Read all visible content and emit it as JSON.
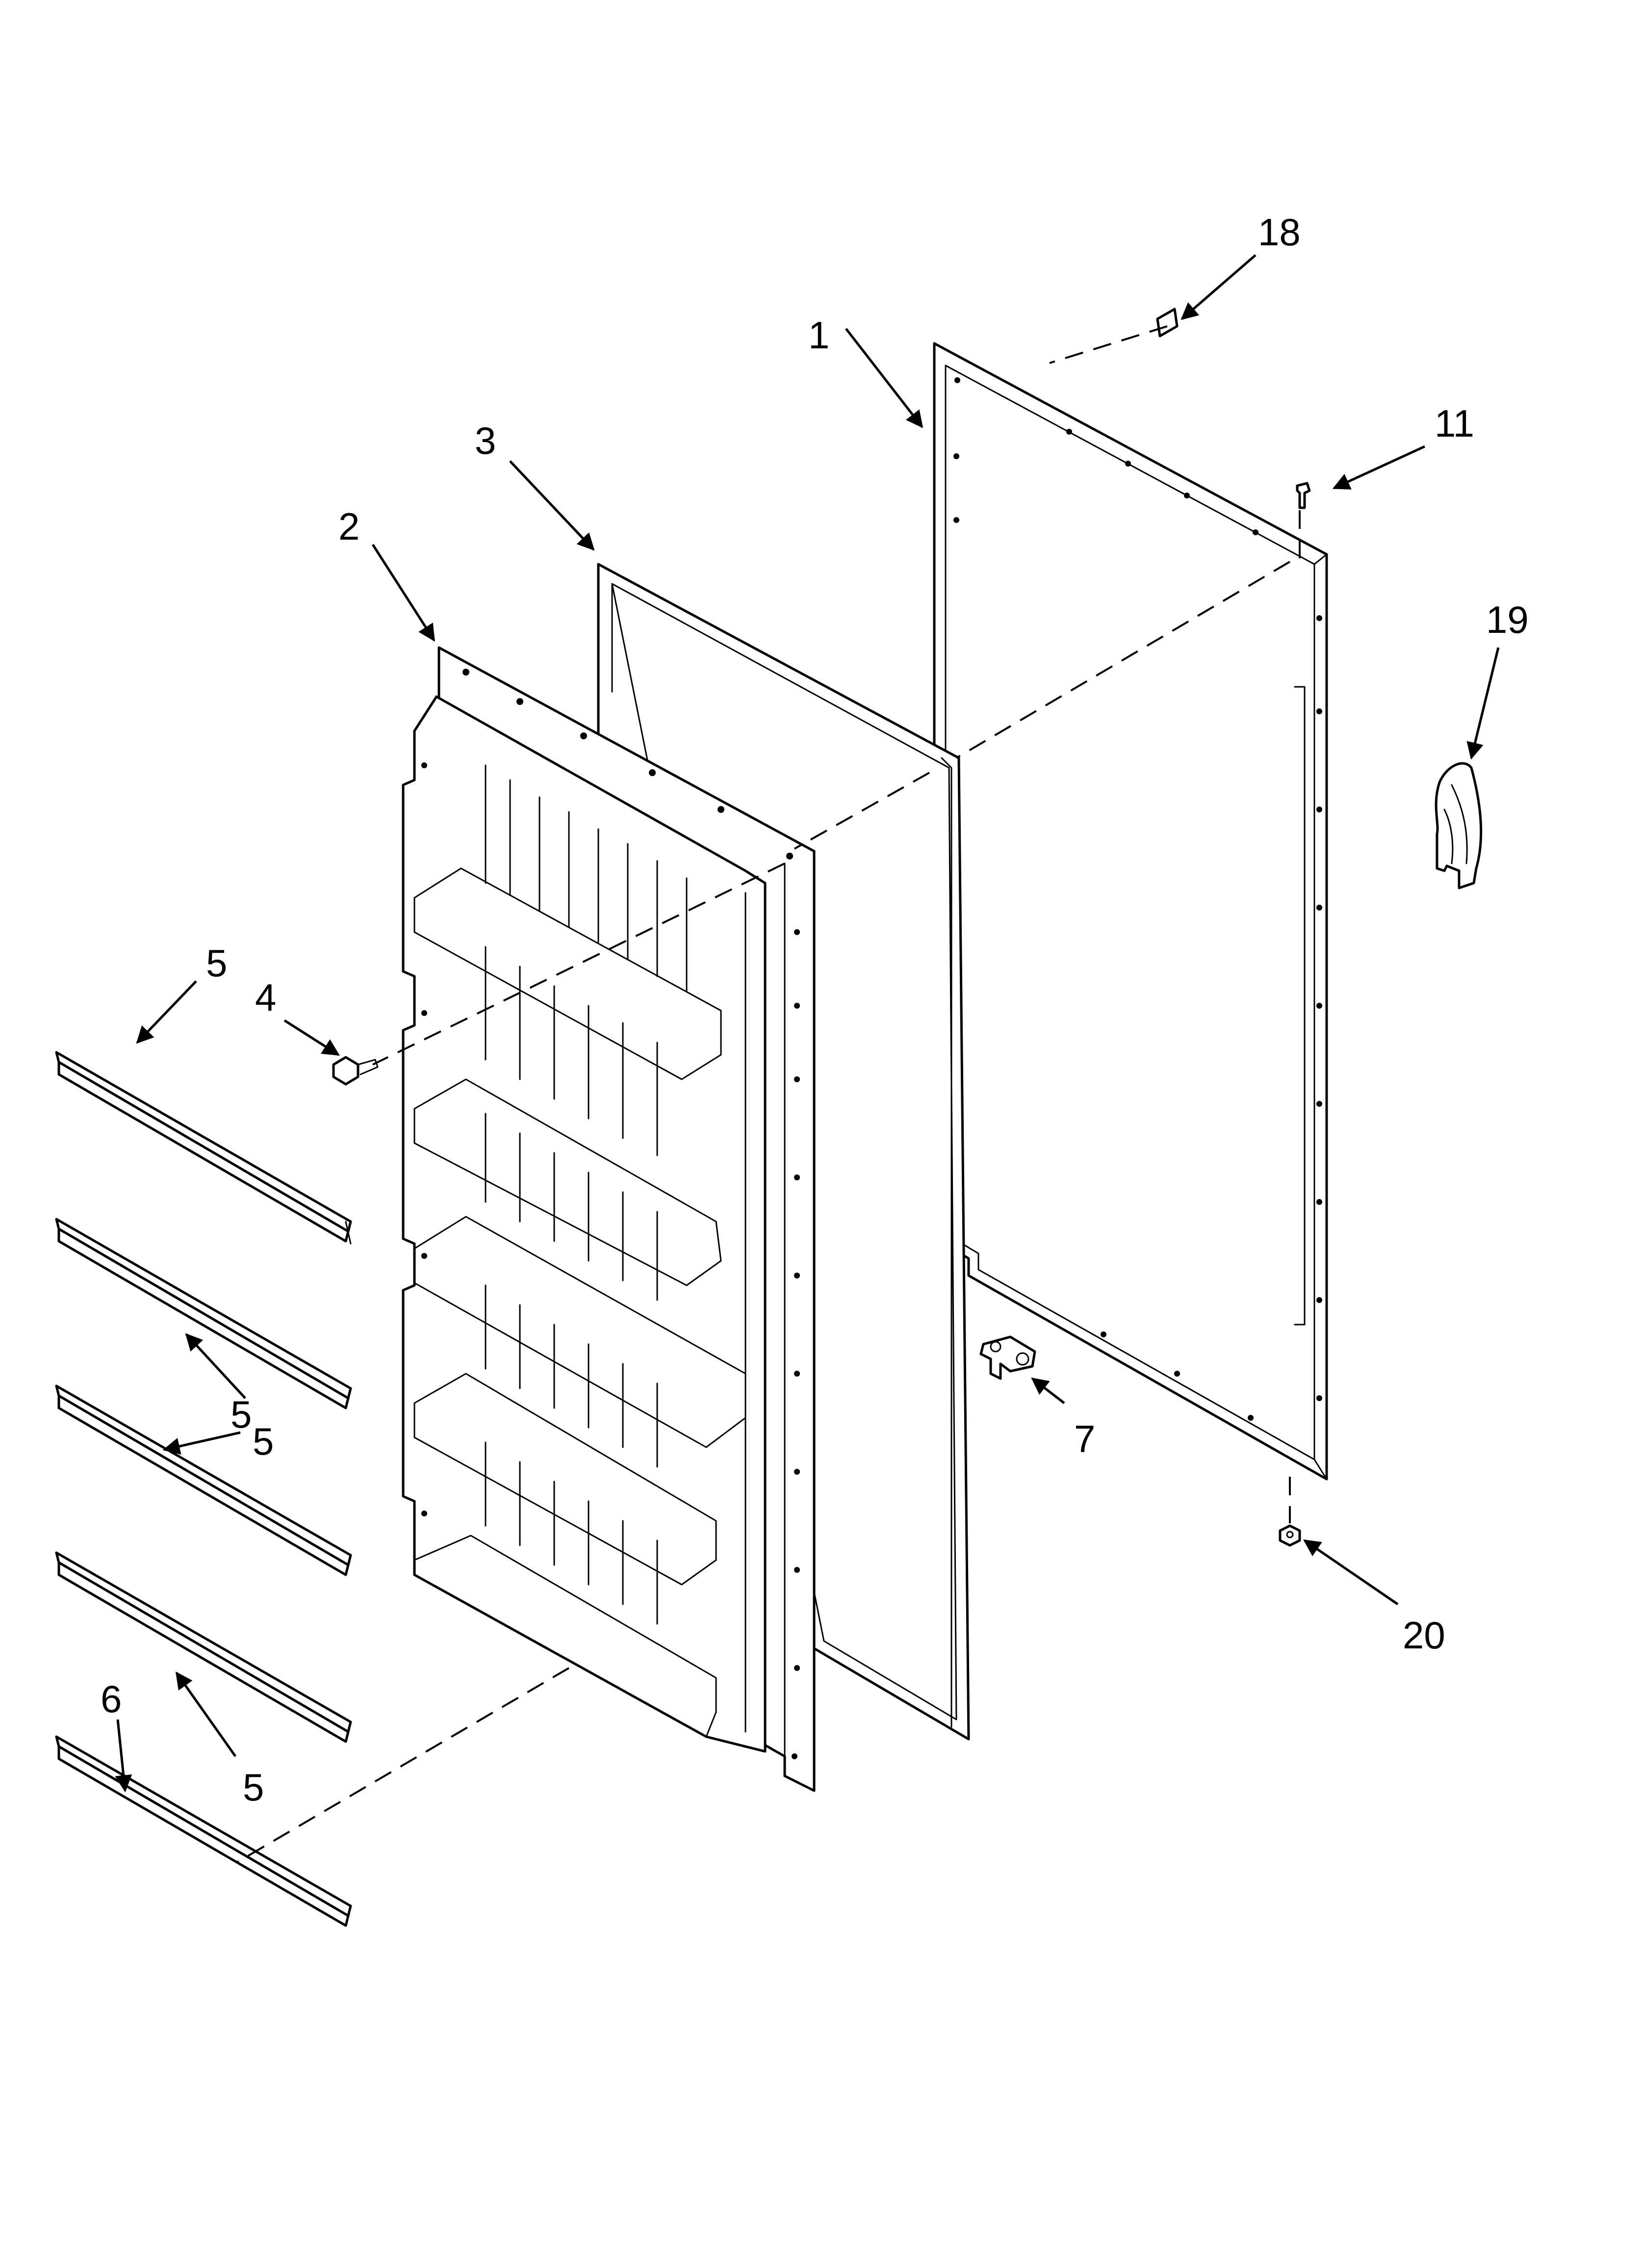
{
  "callouts": {
    "c1": "1",
    "c2": "2",
    "c3": "3",
    "c4": "4",
    "c5a": "5",
    "c5b": "5",
    "c5c": "5",
    "c5d": "5",
    "c6": "6",
    "c7": "7",
    "c11": "11",
    "c18": "18",
    "c19": "19",
    "c20": "20"
  }
}
